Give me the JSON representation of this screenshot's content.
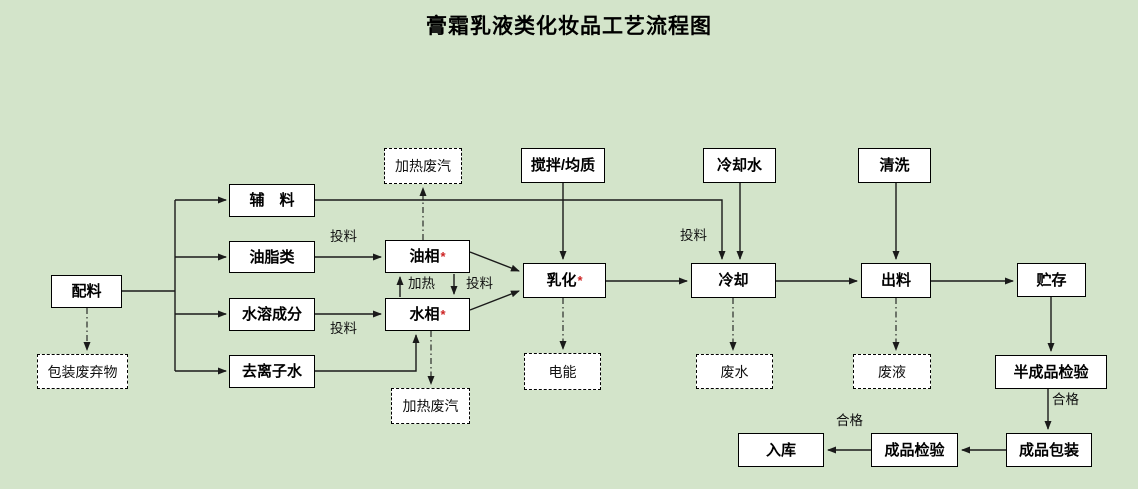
{
  "title": "膏霜乳液类化妆品工艺流程图",
  "colors": {
    "background": "#d3e4ca",
    "node_fill": "#ffffff",
    "node_border": "#000000",
    "line": "#1a1a1a",
    "asterisk": "#cc2222"
  },
  "nodes": {
    "peiliao": {
      "label": "配料"
    },
    "baozhuang_feiqiwu": {
      "label": "包装废弃物"
    },
    "fuliao": {
      "label": "辅　料"
    },
    "youzhilei": {
      "label": "油脂类"
    },
    "shuirong_chengfen": {
      "label": "水溶成分"
    },
    "qulizishui": {
      "label": "去离子水"
    },
    "youxiang": {
      "label": "油相",
      "marker": "*"
    },
    "shuixiang": {
      "label": "水相",
      "marker": "*"
    },
    "jiare_feiqi_top": {
      "label": "加热废汽"
    },
    "jiare_feiqi_bottom": {
      "label": "加热废汽"
    },
    "jiaoban_junzhi": {
      "label": "搅拌/均质"
    },
    "ruhua": {
      "label": "乳化",
      "marker": "*"
    },
    "dianneng": {
      "label": "电能"
    },
    "lengqueshui": {
      "label": "冷却水"
    },
    "lengque": {
      "label": "冷却"
    },
    "feishui": {
      "label": "废水"
    },
    "qingxi": {
      "label": "清洗"
    },
    "chuliao": {
      "label": "出料"
    },
    "feiye": {
      "label": "废液"
    },
    "zhucun": {
      "label": "贮存"
    },
    "banchengpin_jianyan": {
      "label": "半成品检验"
    },
    "chengpin_baozhuang": {
      "label": "成品包装"
    },
    "chengpin_jianyan": {
      "label": "成品检验"
    },
    "ruku": {
      "label": "入库"
    }
  },
  "edge_labels": {
    "touliao_youzhi": "投料",
    "touliao_shuirong": "投料",
    "touliao_ruhua": "投料",
    "touliao_lengque": "投料",
    "jiare": "加热",
    "hege_banchengpin": "合格",
    "hege_ruku": "合格"
  }
}
